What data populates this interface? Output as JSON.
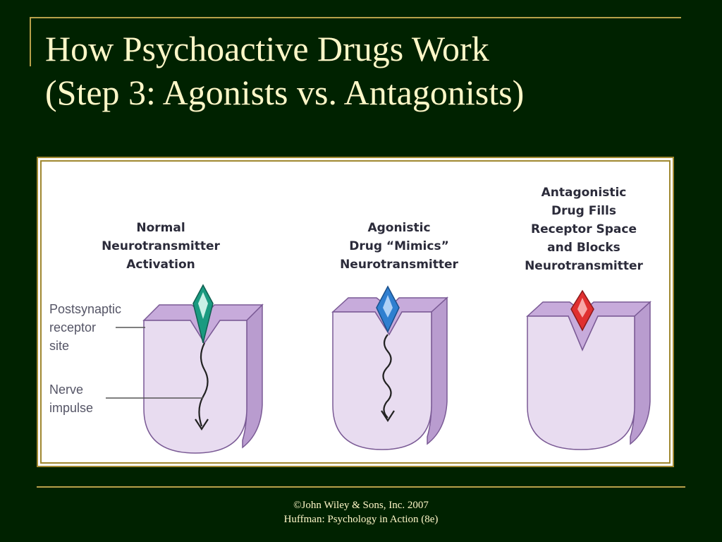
{
  "title": {
    "line1": "How Psychoactive Drugs Work",
    "line2": "(Step 3: Agonists vs. Antagonists)"
  },
  "diagram": {
    "panels": [
      {
        "heading": [
          "Normal",
          "Neurotransmitter",
          "Activation"
        ],
        "diamond_color": "#1a9a80"
      },
      {
        "heading": [
          "Agonistic",
          "Drug “Mimics”",
          "Neurotransmitter"
        ],
        "diamond_color": "#2f7fd0"
      },
      {
        "heading": [
          "Antagonistic",
          "Drug Fills",
          "Receptor Space",
          "and Blocks",
          "Neurotransmitter"
        ],
        "diamond_color": "#e03030"
      }
    ],
    "side_labels": {
      "receptor": [
        "Postsynaptic",
        "receptor",
        "site"
      ],
      "impulse": [
        "Nerve",
        "impulse"
      ]
    },
    "colors": {
      "cell_body": "#e8dcf0",
      "cell_side": "#b99ccf",
      "cell_top": "#c7abdb",
      "outline": "#7a5a95"
    }
  },
  "footer": {
    "line1": "©John Wiley & Sons, Inc. 2007",
    "line2": "Huffman: Psychology in Action (8e)"
  }
}
